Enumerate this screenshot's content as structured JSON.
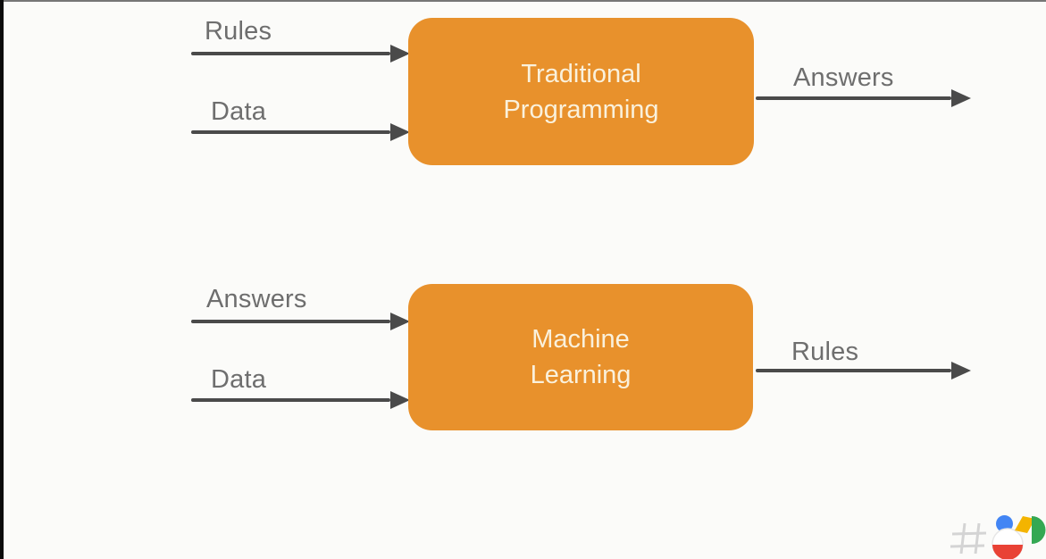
{
  "diagram": {
    "rows": [
      {
        "inputs": [
          "Rules",
          "Data"
        ],
        "box_lines": [
          "Traditional",
          "Programming"
        ],
        "output": "Answers"
      },
      {
        "inputs": [
          "Answers",
          "Data"
        ],
        "box_lines": [
          "Machine",
          "Learning"
        ],
        "output": "Rules"
      }
    ]
  },
  "colors": {
    "background": "#FBFBF9",
    "box": "#E8912C",
    "box_text": "#FAF1DC",
    "label": "#6E6E6E",
    "arrow": "#4A4A4A"
  },
  "logo": {
    "name": "google-developers-logo",
    "colors": {
      "hash": "#D4D4D4",
      "blue": "#4285F4",
      "red": "#E94235",
      "yellow": "#F4B400",
      "green": "#34A853",
      "circle_outline": "#E6E6E6",
      "circle_fill": "#FFFFFF"
    }
  }
}
